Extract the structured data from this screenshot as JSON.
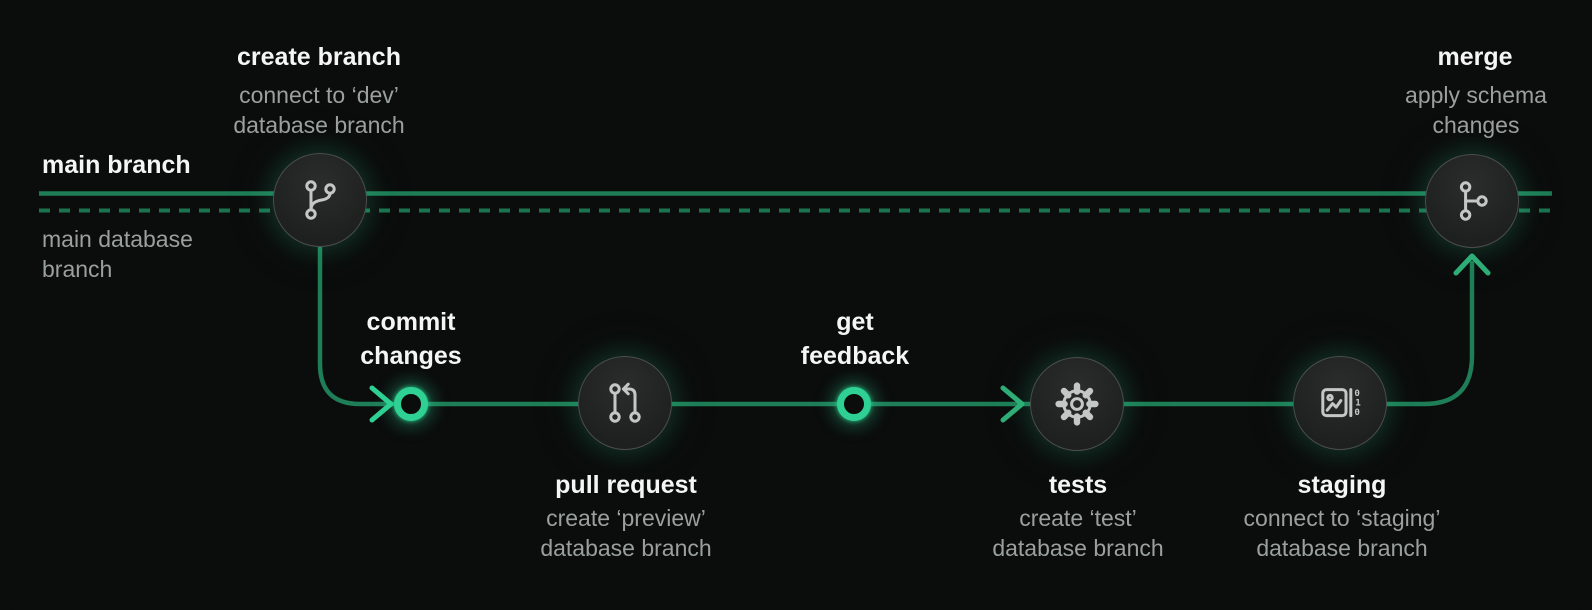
{
  "colors": {
    "background": "#0b0c0c",
    "line": "#1e7e57",
    "dash": "#1c7350",
    "bright": "#2ed193",
    "arrow": "#2fae77",
    "node_border": "#4b4e4d",
    "icon": "#c3c7c6",
    "title": "#f4f5f4",
    "subtitle": "#99a09e"
  },
  "lanes": {
    "main_branch": "main branch",
    "main_database_branch": "main database branch"
  },
  "steps": {
    "create_branch": {
      "title": "create branch",
      "subtitle": "connect to ‘dev’ database branch"
    },
    "commit_changes": {
      "title": "commit changes"
    },
    "pull_request": {
      "title": "pull request",
      "subtitle": "create ‘preview’ database branch"
    },
    "get_feedback": {
      "title": "get feedback"
    },
    "tests": {
      "title": "tests",
      "subtitle": "create ‘test’ database branch"
    },
    "staging": {
      "title": "staging",
      "subtitle": "connect to ‘staging’ database branch"
    },
    "merge": {
      "title": "merge",
      "subtitle": "apply schema changes"
    }
  },
  "icons": {
    "create_branch": "git-branch-icon",
    "pull_request": "git-pull-request-icon",
    "tests": "gear-icon",
    "staging": "schema-diff-icon",
    "merge": "git-merge-icon",
    "commit_points": "commit-dot"
  },
  "schema_diff_digits": {
    "d1": "0",
    "d2": "1",
    "d3": "0"
  }
}
